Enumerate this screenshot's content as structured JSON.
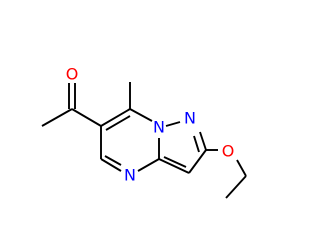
{
  "molecule": {
    "colors": {
      "bond": "#000000",
      "nitrogen": "#0000ff",
      "oxygen": "#ff0000"
    },
    "atoms": {
      "carbonyl_oxygen": "O",
      "ether_oxygen": "O",
      "bridgehead_nitrogen": "N",
      "pyrazole_nitrogen": "N",
      "pyrimidine_nitrogen": "N"
    }
  }
}
